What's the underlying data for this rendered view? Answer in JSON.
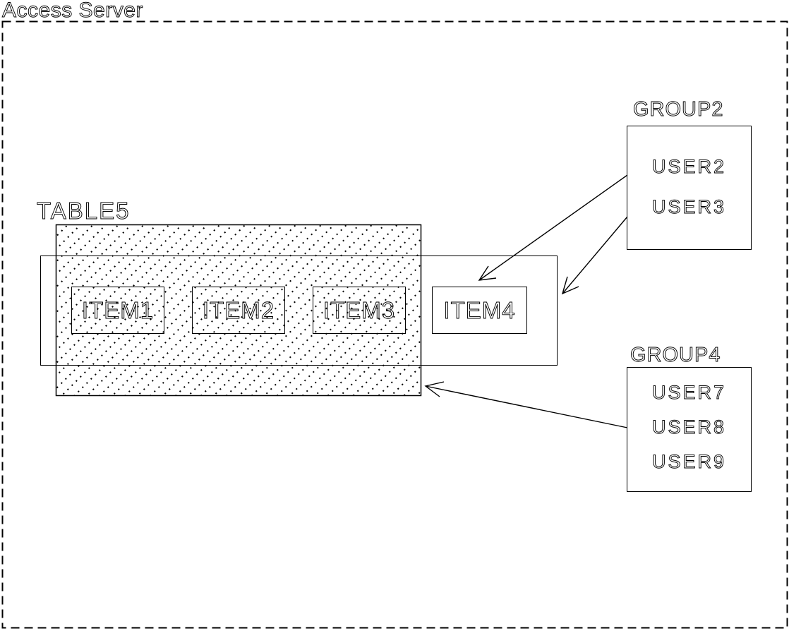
{
  "diagram": {
    "title": "Access Server",
    "table": {
      "label": "TABLE5",
      "items": [
        "ITEM1",
        "ITEM2",
        "ITEM3",
        "ITEM4"
      ]
    },
    "groups": [
      {
        "label": "GROUP2",
        "users": [
          "USER2",
          "USER3"
        ]
      },
      {
        "label": "GROUP4",
        "users": [
          "USER7",
          "USER8",
          "USER9"
        ]
      }
    ],
    "connections": [
      {
        "from": "GROUP2",
        "to": "ITEM4"
      },
      {
        "from": "GROUP2",
        "to": "TABLE5"
      },
      {
        "from": "GROUP4",
        "to": "TABLE5"
      }
    ],
    "colors": {
      "line": "#000000",
      "background": "#ffffff"
    }
  }
}
